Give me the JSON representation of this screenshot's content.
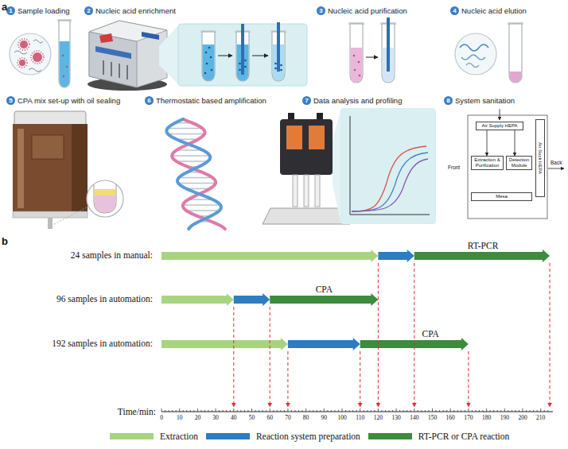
{
  "diagram": {
    "nodes": [
      {
        "text": [
          "1",
          "Sample loading"
        ]
      },
      {
        "text": [
          "2",
          "Nucleic acid enrichment"
        ]
      },
      {
        "text": [
          "3",
          "Nucleic acid purification"
        ]
      },
      {
        "text": [
          "4",
          "Nucleic acid elution"
        ]
      },
      {
        "text": [
          "5",
          "CPA mix set-up with oil sealing"
        ]
      },
      {
        "text": [
          "6",
          "Thermostatic based amplification"
        ]
      },
      {
        "text": [
          "7",
          "Data analysis and profiling"
        ]
      },
      {
        "text": [
          "8",
          "System sanitation"
        ]
      },
      {
        "text": [
          "Air Supply HEPA"
        ]
      },
      {
        "text": [
          "Extraction & Purification"
        ]
      },
      {
        "text": [
          "Detection Module"
        ]
      },
      {
        "text": [
          "Air Suck HEPA"
        ]
      },
      {
        "text": [
          "Mesa"
        ]
      }
    ],
    "edges": [
      {
        "from": 8,
        "to": 9,
        "arrow": "to"
      },
      {
        "from": 8,
        "to": 10,
        "arrow": "to"
      }
    ],
    "labels": [
      "a",
      "Front",
      "Back",
      "b",
      "24 samples in manual:",
      "RT-PCR",
      "96 samples in automation:",
      "CPA",
      "192 samples in automation:",
      "CPA",
      "Time/min:",
      "0",
      "10",
      "20",
      "30",
      "40",
      "50",
      "60",
      "70",
      "80",
      "90",
      "100",
      "110",
      "120",
      "130",
      "140",
      "150",
      "160",
      "170",
      "180",
      "190",
      "200",
      "210"
    ],
    "legend": [
      {
        "text": "Extraction",
        "color": "#a9d47f"
      },
      {
        "text": "Reaction system preparation",
        "color": "#2e7dc0"
      },
      {
        "text": "RT-PCR or CPA reaction",
        "color": "#3d8b3d"
      }
    ]
  }
}
